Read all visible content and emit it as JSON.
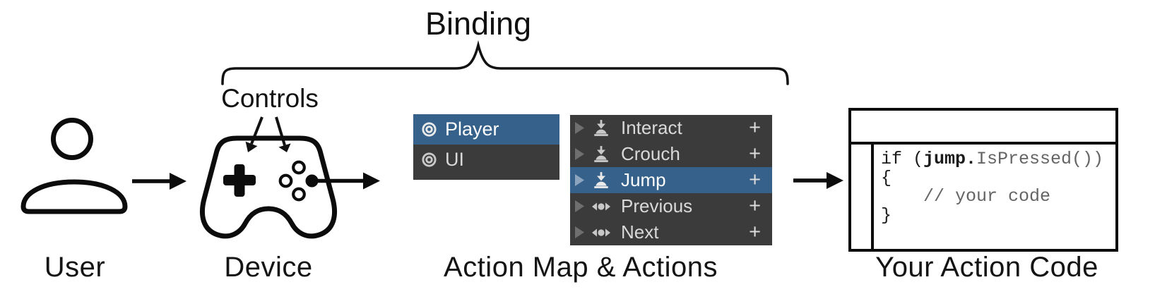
{
  "labels": {
    "binding": "Binding",
    "controls": "Controls",
    "user": "User",
    "device": "Device",
    "action_map": "Action Map & Actions",
    "action_code": "Your Action Code"
  },
  "action_maps": {
    "items": [
      {
        "label": "Player",
        "icon": "action-map-icon",
        "selected": true
      },
      {
        "label": "UI",
        "icon": "action-map-icon",
        "selected": false
      }
    ]
  },
  "actions": {
    "add_label": "+",
    "items": [
      {
        "label": "Interact",
        "icon": "button-action-icon",
        "selected": false
      },
      {
        "label": "Crouch",
        "icon": "button-action-icon",
        "selected": false
      },
      {
        "label": "Jump",
        "icon": "button-action-icon",
        "selected": true
      },
      {
        "label": "Previous",
        "icon": "axis-action-icon",
        "selected": false
      },
      {
        "label": "Next",
        "icon": "axis-action-icon",
        "selected": false
      }
    ]
  },
  "code": {
    "lines": [
      {
        "segments": [
          {
            "t": "if ("
          },
          {
            "t": "jump.",
            "bold": true
          },
          {
            "t": "IsPressed())",
            "dim": true
          }
        ]
      },
      {
        "segments": [
          {
            "t": "{"
          }
        ]
      },
      {
        "segments": [
          {
            "t": "    // your code",
            "dim": true
          }
        ]
      },
      {
        "segments": [
          {
            "t": "}"
          }
        ]
      }
    ]
  },
  "colors": {
    "selection_blue": "#35618A",
    "panel_dark": "#3B3B3B",
    "icon_gray": "#C8C8C8",
    "disclosure_gray": "#6F6F6F",
    "disclosure_on_blue": "#8CA4BE",
    "row_text": "#D9D9D9",
    "code_dim": "#646464"
  }
}
